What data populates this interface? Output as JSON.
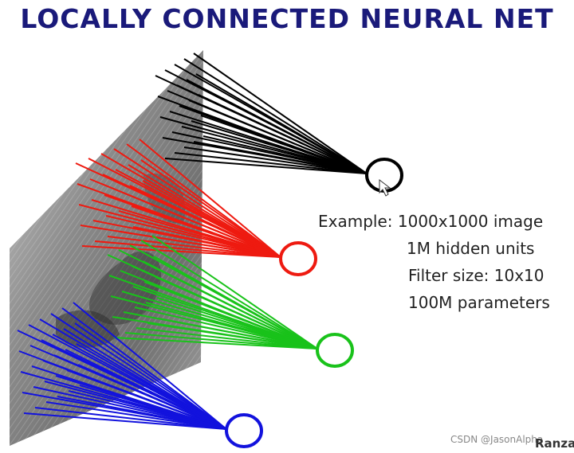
{
  "title": "LOCALLY CONNECTED NEURAL NET",
  "example": {
    "line1": "Example: 1000x1000 image",
    "line2": "1M hidden units",
    "line3": "Filter size: 10x10",
    "line4": "100M parameters"
  },
  "credit": "Ranza",
  "watermark": "CSDN @JasonAlpha",
  "colors": {
    "title": "#1a1a7a",
    "black_unit": "#000000",
    "red_unit": "#ee1a10",
    "green_unit": "#19c21a",
    "blue_unit": "#1212dd"
  }
}
